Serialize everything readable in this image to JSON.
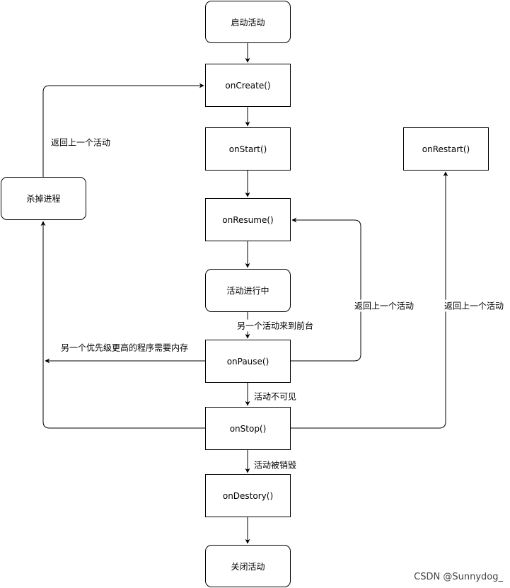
{
  "nodes": {
    "start_activity": "启动活动",
    "on_create": "onCreate()",
    "on_start": "onStart()",
    "on_restart": "onRestart()",
    "kill_process": "杀掉进程",
    "on_resume": "onResume()",
    "activity_running": "活动进行中",
    "on_pause": "onPause()",
    "on_stop": "onStop()",
    "on_destory": "onDestory()",
    "close_activity": "关闭活动"
  },
  "edge_labels": {
    "return_to_oncreate": "返回上一个活动",
    "another_activity_foreground": "另一个活动来到前台",
    "return_to_onresume": "返回上一个活动",
    "return_to_onrestart": "返回上一个活动",
    "higher_priority_needs_memory": "另一个优先级更高的程序需要内存",
    "activity_invisible": "活动不可见",
    "activity_destroyed": "活动被销毁"
  },
  "watermark": "CSDN @Sunnydog_"
}
